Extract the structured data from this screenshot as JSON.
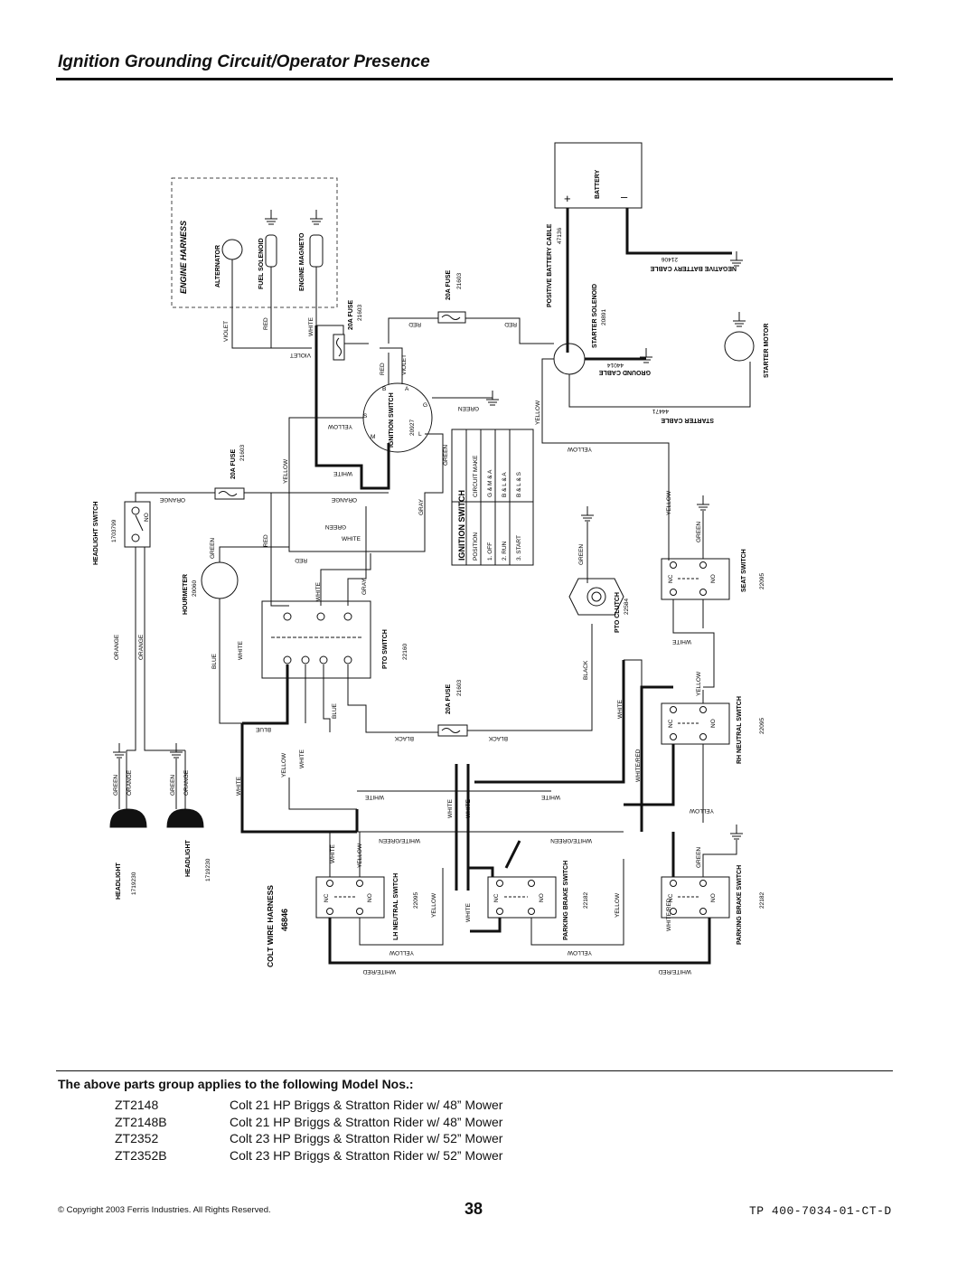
{
  "page": {
    "title": "Ignition Grounding Circuit/Operator Presence",
    "applies_heading": "The above parts group applies to the following Model Nos.:",
    "models": [
      {
        "code": "ZT2148",
        "desc": "Colt 21 HP Briggs & Stratton Rider w/ 48” Mower"
      },
      {
        "code": "ZT2148B",
        "desc": "Colt 21 HP Briggs & Stratton Rider w/ 48” Mower"
      },
      {
        "code": "ZT2352",
        "desc": "Colt 23 HP Briggs & Stratton Rider w/ 52” Mower"
      },
      {
        "code": "ZT2352B",
        "desc": "Colt 23 HP Briggs & Stratton Rider w/ 52” Mower"
      }
    ],
    "copyright": "© Copyright 2003 Ferris Industries. All Rights Reserved.",
    "page_number": "38",
    "doc_id": "TP 400-7034-01-CT-D"
  },
  "diagram": {
    "engine_harness": "ENGINE HARNESS",
    "alternator": "ALTERNATOR",
    "fuel_solenoid": "FUEL SOLENOID",
    "engine_magneto": "ENGINE MAGNETO",
    "battery": "BATTERY",
    "plus": "+",
    "minus": "–",
    "pos_cable": "POSITIVE BATTERY CABLE",
    "pos_cable_num": "47136",
    "neg_cable": "NEGATIVE BATTERY CABLE",
    "neg_cable_num": "21406",
    "starter_solenoid": "STARTER SOLENOID",
    "starter_solenoid_num": "20891",
    "ground_cable": "GROUND CABLE",
    "ground_cable_num": "44014",
    "starter_cable": "STARTER CABLE",
    "starter_cable_num": "44471",
    "starter_motor": "STARTER MOTOR",
    "fuse": "20A FUSE",
    "fuse_num": "21603",
    "ignition_switch": "IGNITION SWITCH",
    "ignition_switch_num": "20927",
    "terminals": {
      "b": "B",
      "a": "A",
      "g": "G",
      "l": "L",
      "m": "M",
      "s": "S"
    },
    "ign_table": {
      "title": "IGNITION SWITCH",
      "h1": "POSITION",
      "h2": "CIRCUIT MAKE",
      "rows": [
        [
          "1. OFF",
          "G & M & A"
        ],
        [
          "2. RUN",
          "B & L & A"
        ],
        [
          "3. START",
          "B & L & S"
        ]
      ]
    },
    "headlight_switch": "HEADLIGHT SWITCH",
    "headlight_switch_num": "1703799",
    "hourmeter": "HOURMETER",
    "hourmeter_num": "20060",
    "pto_switch": "PTO SWITCH",
    "pto_switch_num": "22160",
    "pto_clutch": "PTO CLUTCH",
    "pto_clutch_num": "22584",
    "seat_switch": "SEAT SWITCH",
    "seat_switch_num": "22095",
    "rh_neutral": "RH NEUTRAL SWITCH",
    "rh_neutral_num": "22095",
    "lh_neutral": "LH NEUTRAL SWITCH",
    "lh_neutral_num": "22095",
    "parking_brake": "PARKING BRAKE SWITCH",
    "parking_brake_num": "22182",
    "headlight": "HEADLIGHT",
    "headlight_num": "1719230",
    "colt_harness": "COLT WIRE HARNESS",
    "colt_harness_num": "46846",
    "nc": "NC",
    "no": "NO",
    "colors": {
      "violet": "VIOLET",
      "red": "RED",
      "white": "WHITE",
      "yellow": "YELLOW",
      "green": "GREEN",
      "orange": "ORANGE",
      "gray": "GRAY",
      "blue": "BLUE",
      "black": "BLACK",
      "white_red": "WHITE/RED",
      "white_green": "WHITE/GREEN"
    }
  }
}
